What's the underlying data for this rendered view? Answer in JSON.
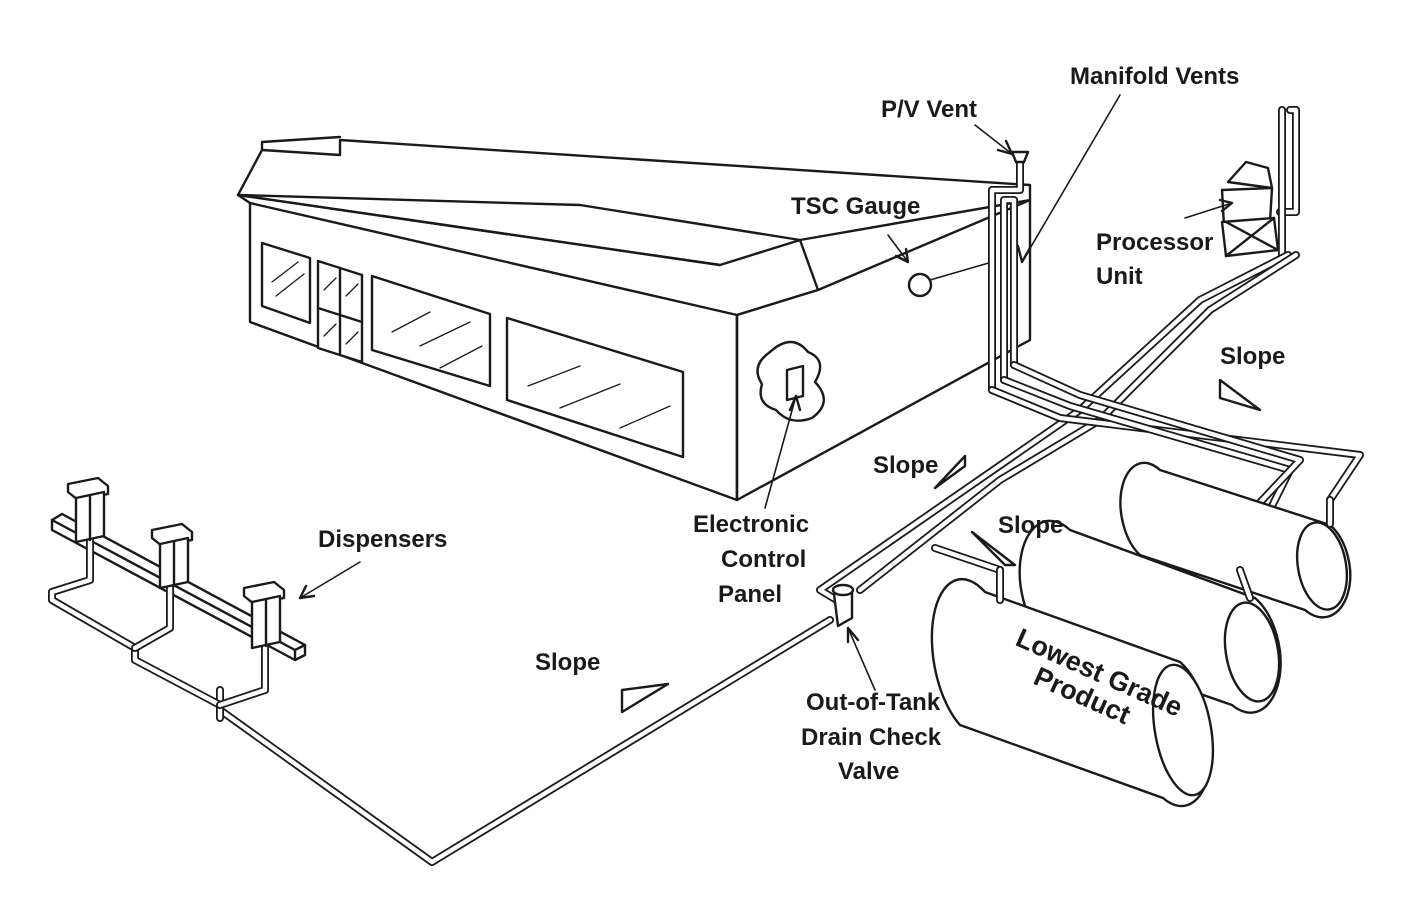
{
  "labels": {
    "manifold_vents": "Manifold Vents",
    "pv_vent": "P/V Vent",
    "tsc_gauge": "TSC Gauge",
    "processor_unit_line1": "Processor",
    "processor_unit_line2": "Unit",
    "slope_right": "Slope",
    "slope_center": "Slope",
    "slope_tanks": "Slope",
    "slope_bottom": "Slope",
    "dispensers": "Dispensers",
    "control_panel_line1": "Electronic",
    "control_panel_line2": "Control",
    "control_panel_line3": "Panel",
    "drain_valve_line1": "Out-of-Tank",
    "drain_valve_line2": "Drain Check",
    "drain_valve_line3": "Valve",
    "tank_line1": "Lowest Grade",
    "tank_line2": "Product"
  },
  "colors": {
    "ink": "#1a1a1a",
    "background": "#ffffff"
  }
}
